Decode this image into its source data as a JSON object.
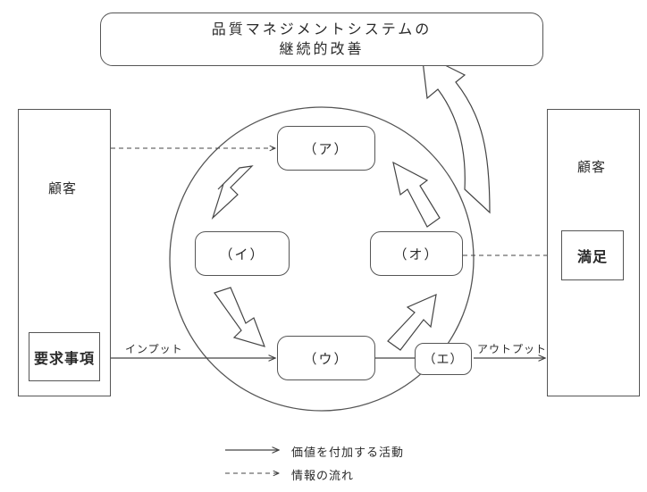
{
  "title": {
    "line1": "品質マネジメントシステムの",
    "line2": "継続的改善"
  },
  "customer_left": {
    "label": "顧客",
    "requirements": "要求事項"
  },
  "customer_right": {
    "label": "顧客",
    "satisfaction": "満足"
  },
  "nodes": {
    "a": "（ア）",
    "i": "（イ）",
    "u": "（ウ）",
    "e": "（エ）",
    "o": "（オ）"
  },
  "flows": {
    "input": "インプット",
    "output": "アウトプット"
  },
  "legend": {
    "solid": "価値を付加する活動",
    "dashed": "情報の流れ"
  }
}
